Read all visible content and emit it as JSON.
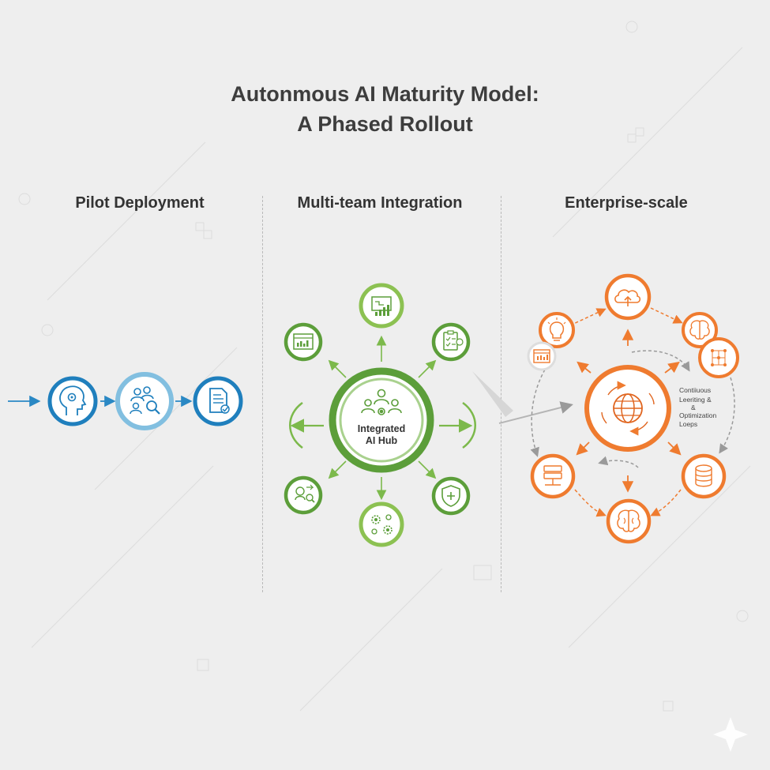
{
  "title": {
    "line1": "Autonmous AI Maturity Model:",
    "line2": "A Phased Rollout"
  },
  "phases": [
    {
      "label": "Pilot Deployment",
      "color": "#2a88c4",
      "icons": [
        "head-gear-icon",
        "team-search-icon",
        "document-check-icon"
      ]
    },
    {
      "label": "Multi-team Integration",
      "color": "#6aa84f",
      "hub": {
        "line1": "Integrated",
        "line2": "AI Hub"
      },
      "icons": [
        "chart-screen-icon",
        "dashboard-icon",
        "checklist-icon",
        "shield-icon",
        "gears-icon",
        "analytics-search-icon"
      ]
    },
    {
      "label": "Enterprise-scale",
      "color": "#ef7b2f",
      "loop_label": {
        "line1": "Contiiuous",
        "line2": "Leeriting &",
        "line3": "&",
        "line4": "Optimization",
        "line5": "Loeps"
      },
      "icons": [
        "cloud-icon",
        "lightbulb-icon",
        "brain-icon",
        "network-icon",
        "server-icon",
        "database-icon",
        "brain-icon",
        "dashboard-icon"
      ]
    }
  ]
}
